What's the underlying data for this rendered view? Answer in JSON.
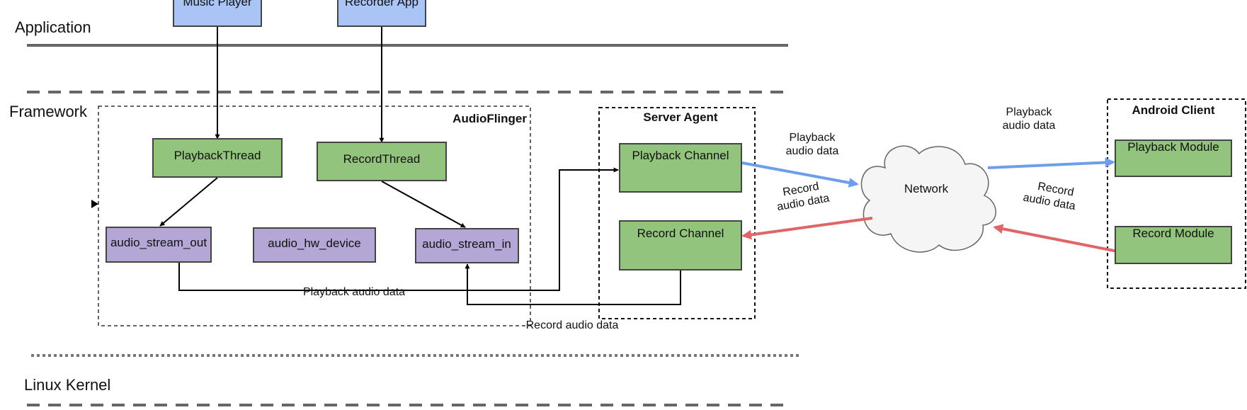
{
  "layers": {
    "application": "Application",
    "framework": "Framework",
    "kernel": "Linux Kernel"
  },
  "groups": {
    "audioflinger": "AudioFlinger",
    "server_agent": "Server Agent",
    "android_client": "Android Client"
  },
  "nodes": {
    "music_player": "Music Player",
    "recorder_app": "Recorder App",
    "playback_thread": "PlaybackThread",
    "record_thread": "RecordThread",
    "stream_out": "audio_stream_out",
    "hw_device": "audio_hw_device",
    "stream_in": "audio_stream_in",
    "playback_channel": "Playback Channel",
    "record_channel": "Record Channel",
    "network": "Network",
    "playback_module": "Playback Module",
    "record_module": "Record Module"
  },
  "flows": {
    "playback_line1": "Playback",
    "playback_line2": "audio data",
    "record_line1": "Record",
    "record_line2": "audio data",
    "playback_audio_data": "Playback audio data",
    "record_audio_data": "Record audio data"
  },
  "colors": {
    "app_box": "#a9c4f5",
    "green_box": "#93c47d",
    "purple_box": "#b4a7d6",
    "playback_arrow": "#6d9eeb",
    "record_arrow": "#e06666",
    "cloud": "#f5f5f5"
  }
}
